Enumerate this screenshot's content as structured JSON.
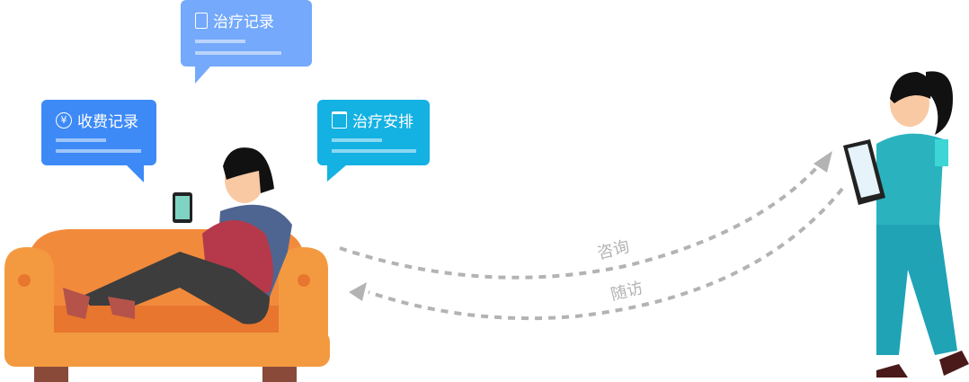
{
  "bubbles": {
    "billing": {
      "label": "收费记录",
      "icon": "yen-circle-icon",
      "color": "#3d8af7"
    },
    "treatment_records": {
      "label": "治疗记录",
      "icon": "clipboard-icon",
      "color": "#74a9fb"
    },
    "treatment_schedule": {
      "label": "治疗安排",
      "icon": "calendar-icon",
      "color": "#14b1e3"
    }
  },
  "flows": {
    "consult": {
      "label": "咨询"
    },
    "follow_up": {
      "label": "随访"
    },
    "color": "#b3b3b3"
  }
}
